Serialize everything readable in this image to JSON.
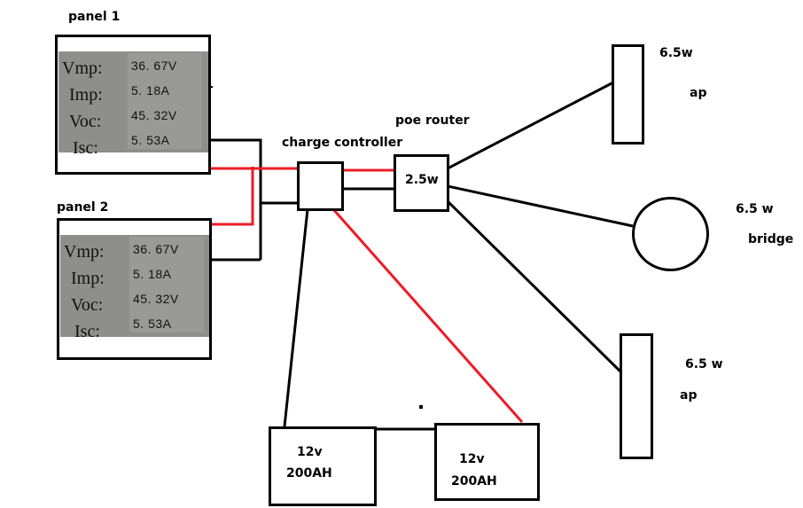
{
  "diagram": {
    "colors": {
      "positive_wire": "#ed1c24",
      "negative_wire": "#000000"
    },
    "panels": [
      {
        "label": "panel 1",
        "specs": [
          {
            "key": "Vmp:",
            "value": "36. 67V"
          },
          {
            "key": "Imp:",
            "value": "5. 18A"
          },
          {
            "key": "Voc:",
            "value": "45. 32V"
          },
          {
            "key": "Isc:",
            "value": "5. 53A"
          }
        ]
      },
      {
        "label": "panel 2",
        "specs": [
          {
            "key": "Vmp:",
            "value": "36. 67V"
          },
          {
            "key": "Imp:",
            "value": "5. 18A"
          },
          {
            "key": "Voc:",
            "value": "45. 32V"
          },
          {
            "key": "Isc:",
            "value": "5. 53A"
          }
        ]
      }
    ],
    "charge_controller": {
      "label": "charge controller"
    },
    "poe_router": {
      "label": "poe router",
      "power": "2.5w"
    },
    "devices": [
      {
        "name": "ap",
        "power": "6.5w"
      },
      {
        "name": "bridge",
        "power": "6.5 w"
      },
      {
        "name": "ap",
        "power": "6.5 w"
      }
    ],
    "batteries": [
      {
        "voltage": "12v",
        "capacity": "200AH"
      },
      {
        "voltage": "12v",
        "capacity": "200AH"
      }
    ]
  }
}
